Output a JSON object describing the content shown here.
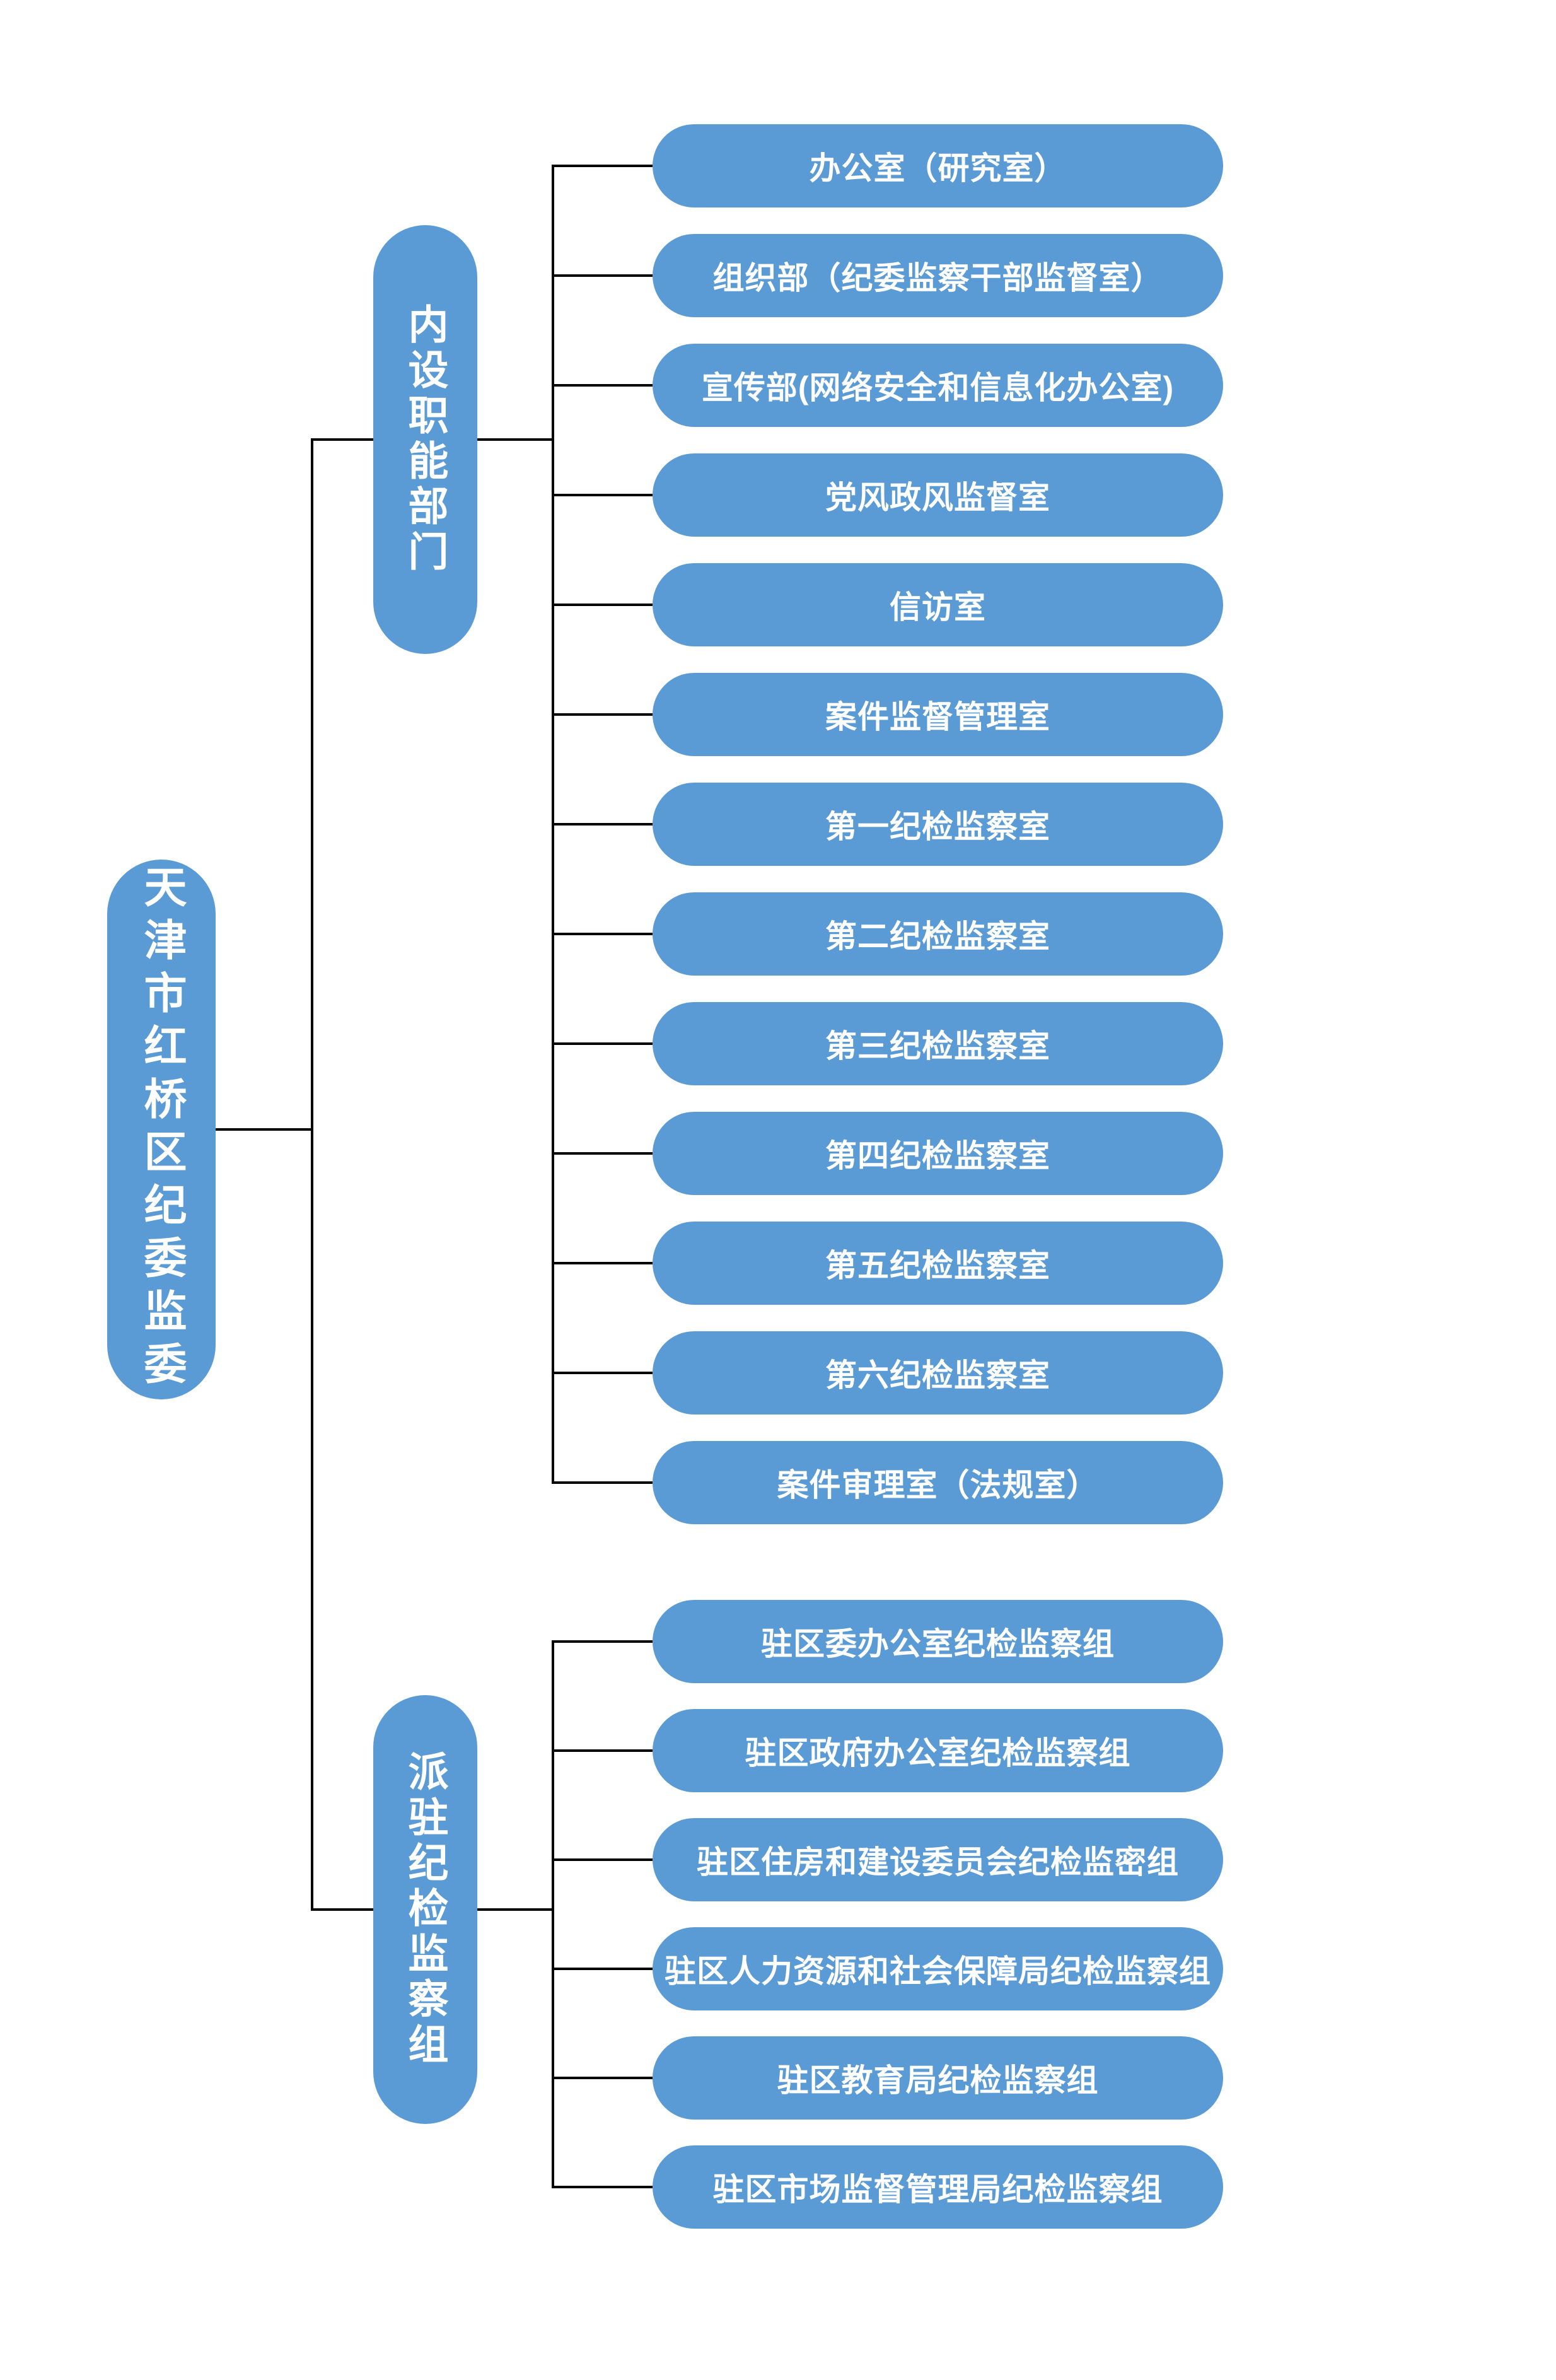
{
  "org_chart": {
    "root": {
      "label": "天津市红桥区纪委监委"
    },
    "groups": [
      {
        "label": "内设职能部门",
        "children": [
          "办公室（研究室）",
          "组织部（纪委监察干部监督室）",
          "宣传部(网络安全和信息化办公室)",
          "党风政风监督室",
          "信访室",
          "案件监督管理室",
          "第一纪检监察室",
          "第二纪检监察室",
          "第三纪检监察室",
          "第四纪检监察室",
          "第五纪检监察室",
          "第六纪检监察室",
          "案件审理室（法规室）"
        ]
      },
      {
        "label": "派驻纪检监察组",
        "children": [
          "驻区委办公室纪检监察组",
          "驻区政府办公室纪检监察组",
          "驻区住房和建设委员会纪检监密组",
          "驻区人力资源和社会保障局纪检监察组",
          "驻区教育局纪检监察组",
          "驻区市场监督管理局纪检监察组"
        ]
      }
    ]
  },
  "colors": {
    "node_fill": "#5B9BD5",
    "node_text": "#FFFFFF",
    "connector": "#000000",
    "background": "#FFFFFF"
  }
}
